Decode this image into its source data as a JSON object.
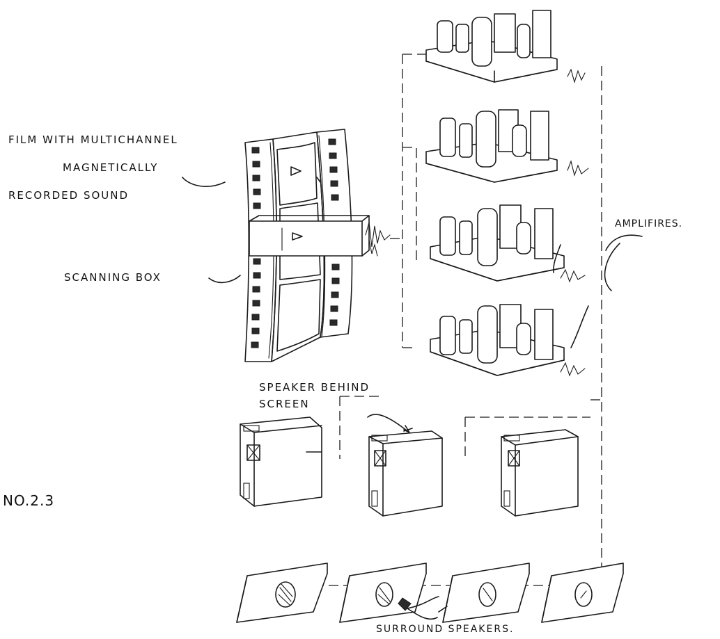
{
  "labels": {
    "film": [
      "FILM WITH MULTICHANNEL",
      "MAGNETICALLY",
      "RECORDED SOUND"
    ],
    "scanning_box": "SCANNING BOX",
    "amplifiers": "AMPLIFIRES.",
    "speaker_behind_screen": [
      "SPEAKER BEHIND",
      "SCREEN"
    ],
    "surround_speakers": "SURROUND SPEAKERS.",
    "figure_number": "NO.2.3"
  },
  "counts": {
    "amplifiers": 4,
    "screen_speakers": 3,
    "surround_speakers": 4
  },
  "colors": {
    "ink": "#1a1a1a",
    "paper": "#ffffff"
  }
}
